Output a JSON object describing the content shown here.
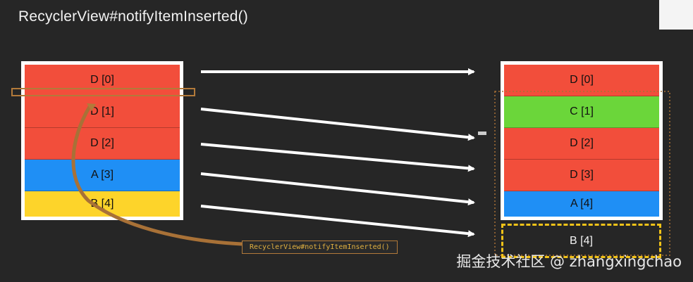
{
  "title": "RecyclerView#notifyItemInserted()",
  "colors": {
    "red": "#f24e3b",
    "green": "#6bd63a",
    "blue": "#1f8ff5",
    "yellow": "#fdd42a",
    "brown": "#b27a3a",
    "dashed": "#f2c318"
  },
  "left_list": [
    {
      "label": "D [0]",
      "color": "red"
    },
    {
      "label": "D [1]",
      "color": "red"
    },
    {
      "label": "D [2]",
      "color": "red"
    },
    {
      "label": "A [3]",
      "color": "blue"
    },
    {
      "label": "B [4]",
      "color": "yellow"
    }
  ],
  "right_list": [
    {
      "label": "D [0]",
      "color": "red"
    },
    {
      "label": "C [1]",
      "color": "green"
    },
    {
      "label": "D [2]",
      "color": "red"
    },
    {
      "label": "D [3]",
      "color": "red"
    },
    {
      "label": "A [4]",
      "color": "blue"
    }
  ],
  "new_slot_label": "B [4]",
  "method_tag": "RecyclerView#notifyItemInserted()",
  "watermark": "掘金技术社区 @ zhangxingchao"
}
